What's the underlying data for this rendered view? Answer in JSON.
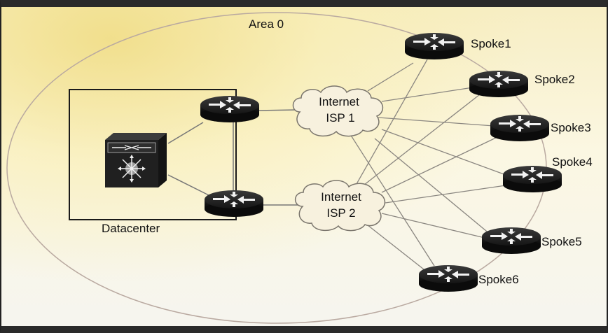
{
  "area_label": "Area 0",
  "datacenter_label": "Datacenter",
  "clouds": [
    {
      "line1": "Internet",
      "line2": "ISP 1"
    },
    {
      "line1": "Internet",
      "line2": "ISP 2"
    }
  ],
  "spokes": [
    {
      "label": "Spoke1"
    },
    {
      "label": "Spoke2"
    },
    {
      "label": "Spoke3"
    },
    {
      "label": "Spoke4"
    },
    {
      "label": "Spoke5"
    },
    {
      "label": "Spoke6"
    }
  ],
  "colors": {
    "router_body": "#1e1e1e",
    "link": "#8a8680",
    "ellipse": "#b9a9a0"
  }
}
